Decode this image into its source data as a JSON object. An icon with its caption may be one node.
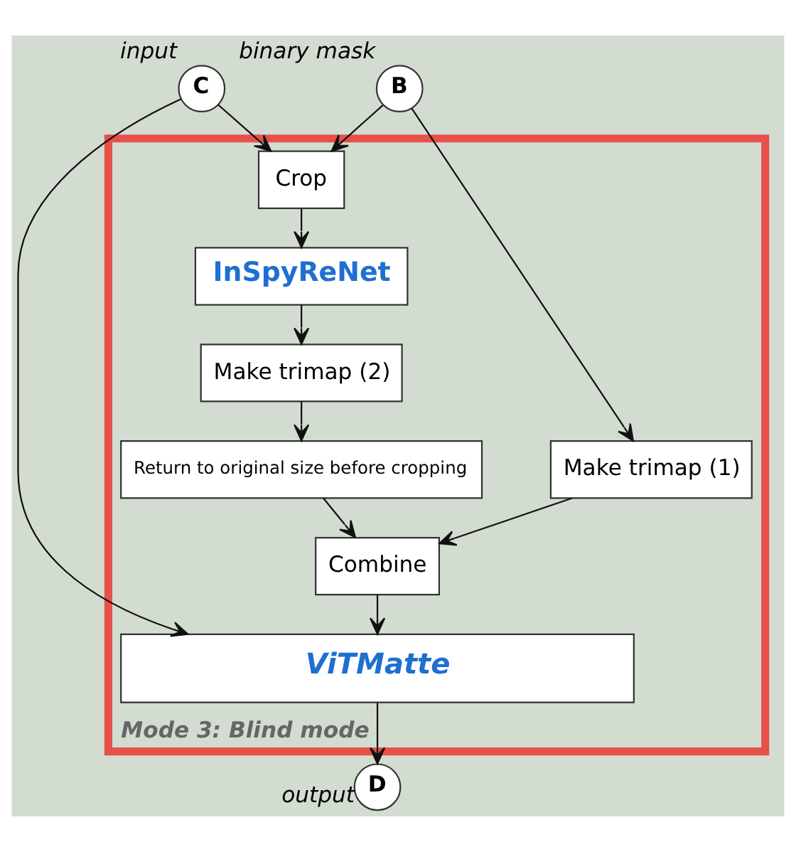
{
  "diagram": {
    "nodes": [
      {
        "text": [
          "Mode 3: Blind mode"
        ]
      },
      {
        "text": [
          "C"
        ],
        "beside": [
          "input"
        ]
      },
      {
        "text": [
          "B"
        ],
        "beside": [
          "binary mask"
        ]
      },
      {
        "text": [
          "Crop"
        ],
        "in": 0
      },
      {
        "text": [
          "InSpyReNet"
        ],
        "in": 0
      },
      {
        "text": [
          "Make trimap (2)"
        ],
        "in": 0
      },
      {
        "text": [
          "Return to original size before cropping"
        ],
        "in": 0
      },
      {
        "text": [
          "Make trimap (1)"
        ],
        "in": 0
      },
      {
        "text": [
          "Combine"
        ],
        "in": 0
      },
      {
        "text": [
          "ViTMatte"
        ],
        "in": 0
      },
      {
        "text": [
          "D"
        ],
        "beside": [
          "output"
        ]
      }
    ],
    "edges": [
      {
        "from": 1,
        "to": 3,
        "arrow": "to"
      },
      {
        "from": 1,
        "to": 9,
        "arrow": "to"
      },
      {
        "from": 2,
        "to": 7,
        "arrow": "to"
      },
      {
        "from": 2,
        "to": 3,
        "arrow": "to"
      },
      {
        "from": 3,
        "to": 4,
        "arrow": "to"
      },
      {
        "from": 4,
        "to": 5,
        "arrow": "to"
      },
      {
        "from": 5,
        "to": 6,
        "arrow": "to"
      },
      {
        "from": 6,
        "to": 8,
        "arrow": "to"
      },
      {
        "from": 7,
        "to": 8,
        "arrow": "to"
      },
      {
        "from": 8,
        "to": 9,
        "arrow": "to"
      },
      {
        "from": 9,
        "to": 10,
        "arrow": "to"
      }
    ]
  }
}
